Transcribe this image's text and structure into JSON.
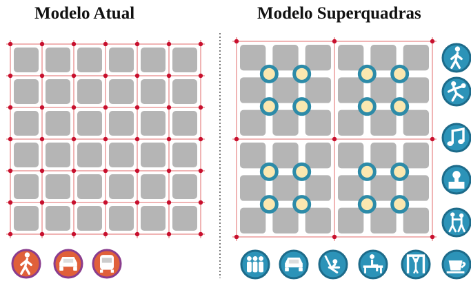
{
  "titles": {
    "left": "Modelo Atual",
    "right": "Modelo Superquadras"
  },
  "colors": {
    "block": "#b5b5b5",
    "road_line": "#e06a6a",
    "intersection": "#c8102e",
    "divider": "#555555",
    "node_fill": "#fbe8b0",
    "node_ring": "#2d8ba8",
    "icon_orange": "#e0603a",
    "icon_orange_ring": "#8a3d8e",
    "icon_teal": "#2c93b8",
    "icon_teal_ring": "#1d6b8a"
  },
  "current_model": {
    "grid_rows": 6,
    "grid_cols": 6,
    "icons": [
      "pedestrian-icon",
      "car-icon",
      "bus-icon"
    ]
  },
  "superblock_model": {
    "superblock_rows": 2,
    "superblock_cols": 2,
    "blocks_per_superblock": 3,
    "side_icons": [
      "pedestrian-icon",
      "sports-icon",
      "music-icon",
      "market-stall-icon",
      "dancing-icon"
    ],
    "bottom_icons": [
      "crowd-icon",
      "car-icon",
      "playground-swing-icon",
      "bench-icon",
      "exercise-bars-icon",
      "coffee-cup-icon"
    ]
  }
}
